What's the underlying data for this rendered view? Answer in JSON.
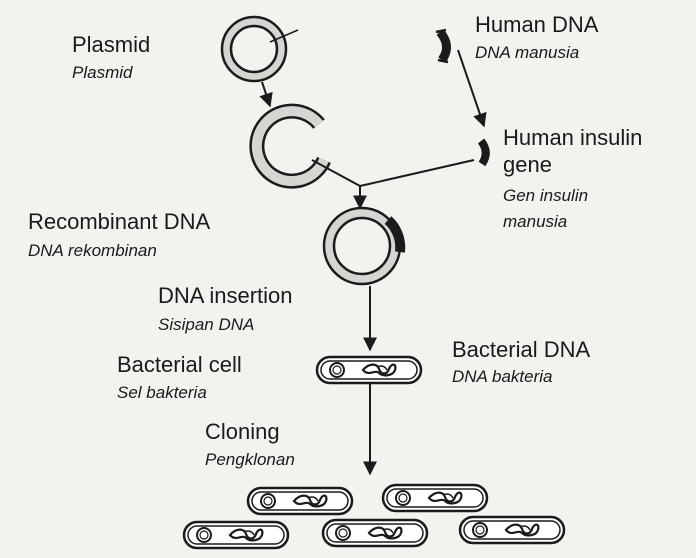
{
  "labels": {
    "plasmid": "Plasmid",
    "plasmid_sub": "Plasmid",
    "human_dna": "Human DNA",
    "human_dna_sub": "DNA manusia",
    "insulin_line1": "Human insulin",
    "insulin_line2": "gene",
    "insulin_sub1": "Gen insulin",
    "insulin_sub2": "manusia",
    "recombinant": "Recombinant DNA",
    "recombinant_sub": "DNA rekombinan",
    "insertion": "DNA insertion",
    "insertion_sub": "Sisipan DNA",
    "bacterial_cell": "Bacterial cell",
    "bacterial_cell_sub": "Sel bakteria",
    "bacterial_dna": "Bacterial DNA",
    "bacterial_dna_sub": "DNA bakteria",
    "cloning": "Cloning",
    "cloning_sub": "Pengklonan"
  }
}
